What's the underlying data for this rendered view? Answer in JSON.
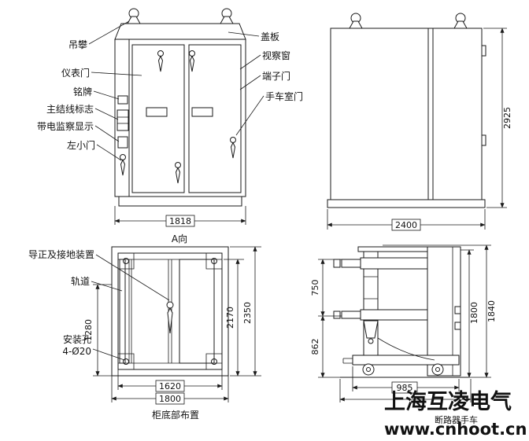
{
  "front_view": {
    "labels": {
      "lifting_lug": "吊攀",
      "cover_plate": "盖板",
      "instrument_door": "仪表门",
      "inspection_window": "视察窗",
      "nameplate": "铭牌",
      "terminal_door": "端子门",
      "main_wiring_mark": "主结线标志",
      "live_display": "带电监察显示",
      "handcart_room_door": "手车室门",
      "left_small_door": "左小门"
    },
    "dims": {
      "width": "1818"
    }
  },
  "side_view": {
    "dims": {
      "height": "2925",
      "depth": "2400"
    }
  },
  "bottom_view": {
    "view_label": "A向",
    "title": "柜底部布置",
    "labels": {
      "guide_ground_device": "导正及接地装置",
      "rail": "轨道",
      "mounting_hole_line1": "安装孔",
      "mounting_hole_line2": "4-Ø20"
    },
    "dims": {
      "rail_length": "1280",
      "inner_depth": "2170",
      "outer_depth": "2350",
      "inner_width": "1620",
      "outer_width": "1800"
    }
  },
  "handcart_view": {
    "dims": {
      "upper_height": "750",
      "lower_height": "862",
      "inner_height": "1800",
      "outer_height": "1840",
      "base_width": "985"
    }
  },
  "watermark": {
    "brand": "上海互凌电气",
    "caption": "断路器手车",
    "url": "www.cnhoot.cn",
    "brand_color": "#1a6bc0",
    "caption_color": "#9a9a9a",
    "url_color": "#1a6bc0"
  }
}
